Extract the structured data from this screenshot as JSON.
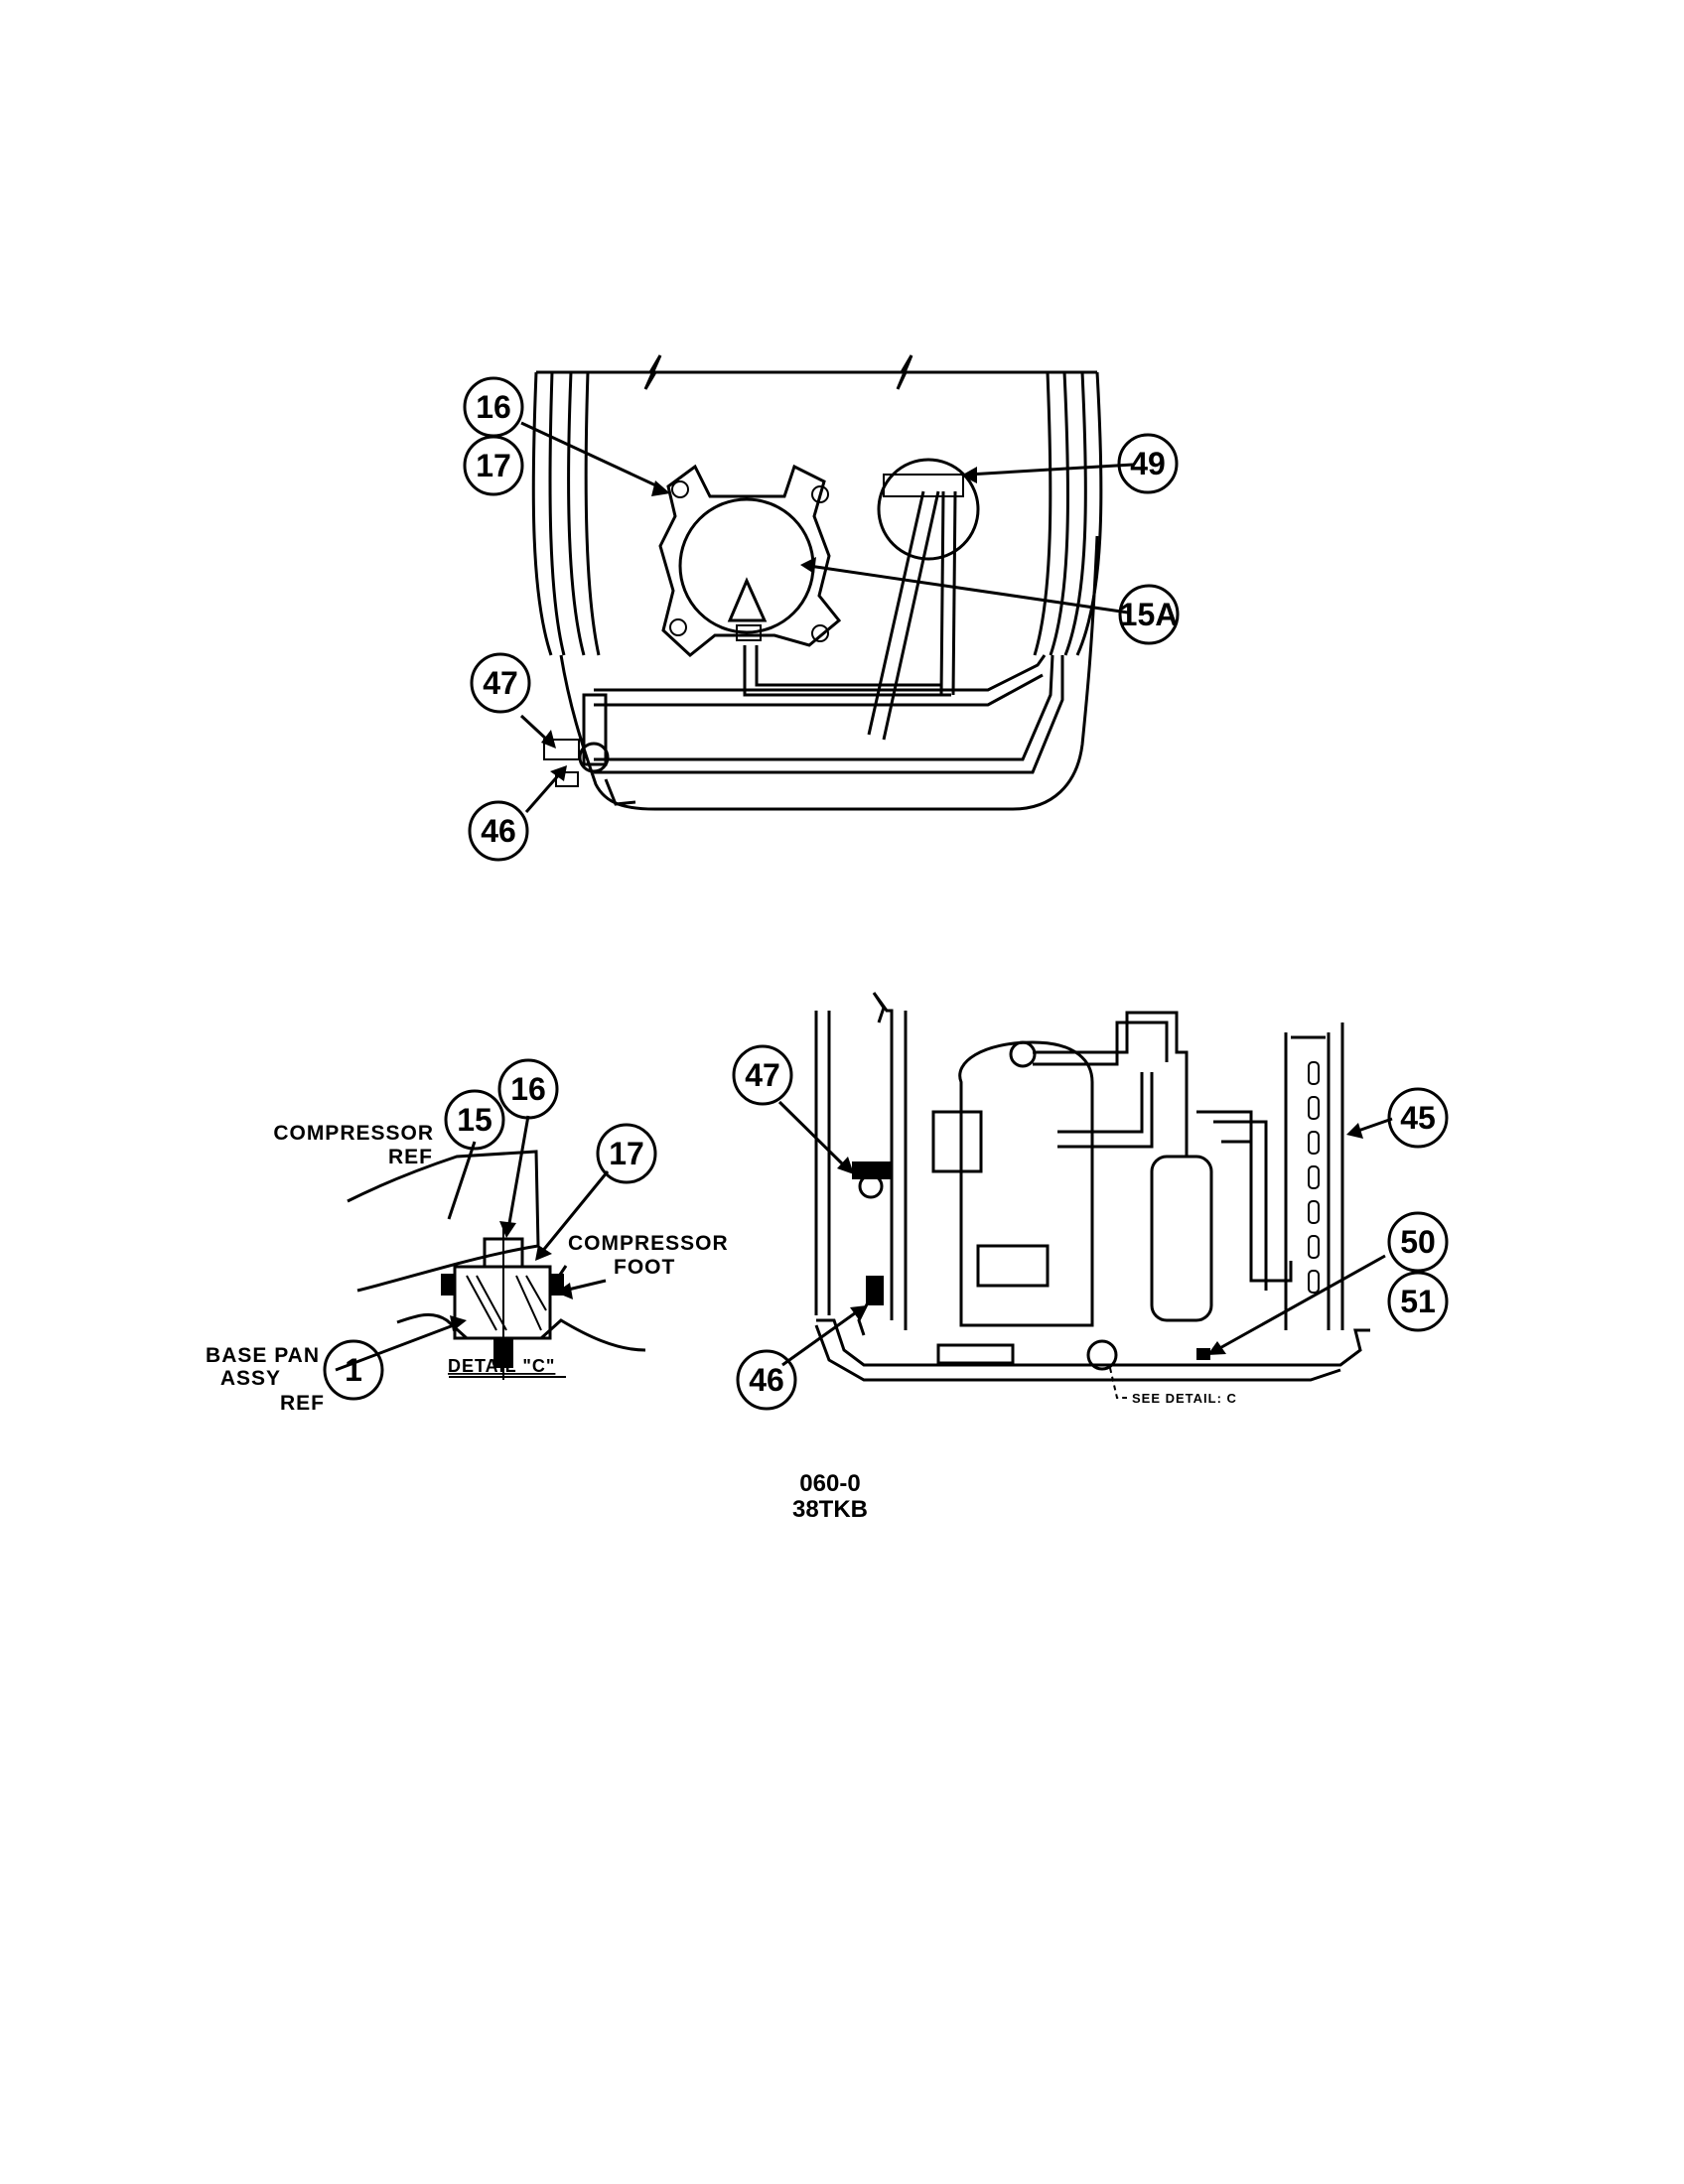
{
  "top_view": {
    "callouts": [
      "16",
      "17",
      "49",
      "15A",
      "47",
      "46"
    ]
  },
  "detail_c": {
    "callouts": [
      "15",
      "16",
      "17",
      "1"
    ],
    "labels": {
      "compressor_ref_1": "COMPRESSOR",
      "compressor_ref_2": "REF",
      "compressor_foot_1": "COMPRESSOR",
      "compressor_foot_2": "FOOT",
      "base_pan_1": "BASE PAN",
      "base_pan_2": "ASSY",
      "base_pan_3": "REF",
      "detail_caption": "DETAIL \"C\""
    }
  },
  "side_view": {
    "callouts": [
      "47",
      "45",
      "50",
      "51",
      "46"
    ],
    "see_detail": "SEE DETAIL: C"
  },
  "model": {
    "line1": "060-0",
    "line2": "38TKB"
  }
}
